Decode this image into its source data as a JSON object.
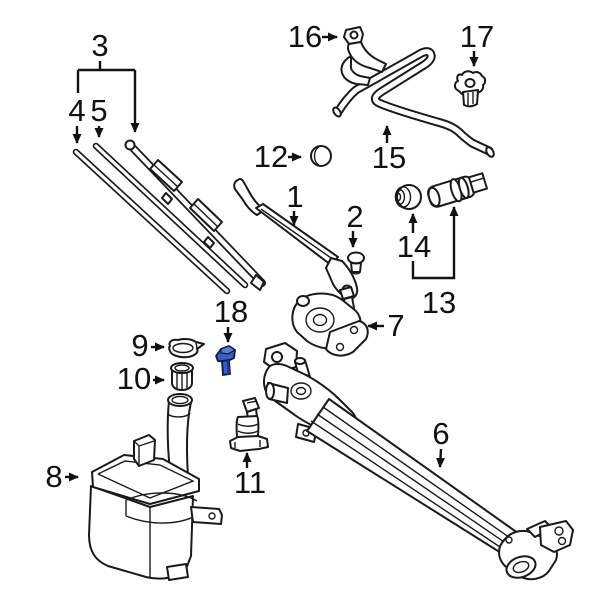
{
  "diagram": {
    "kind": "exploded-parts-diagram",
    "background_color": "#ffffff",
    "line_color": "#1a1a1a",
    "label_color": "#111111",
    "highlight_color": "#3c5cc0",
    "highlighted_callout": "18"
  },
  "callouts": [
    {
      "number": "3"
    },
    {
      "number": "4"
    },
    {
      "number": "5"
    },
    {
      "number": "16"
    },
    {
      "number": "17"
    },
    {
      "number": "12"
    },
    {
      "number": "15"
    },
    {
      "number": "1"
    },
    {
      "number": "2"
    },
    {
      "number": "14"
    },
    {
      "number": "13"
    },
    {
      "number": "18"
    },
    {
      "number": "9"
    },
    {
      "number": "10"
    },
    {
      "number": "7"
    },
    {
      "number": "8"
    },
    {
      "number": "11"
    },
    {
      "number": "6"
    }
  ]
}
